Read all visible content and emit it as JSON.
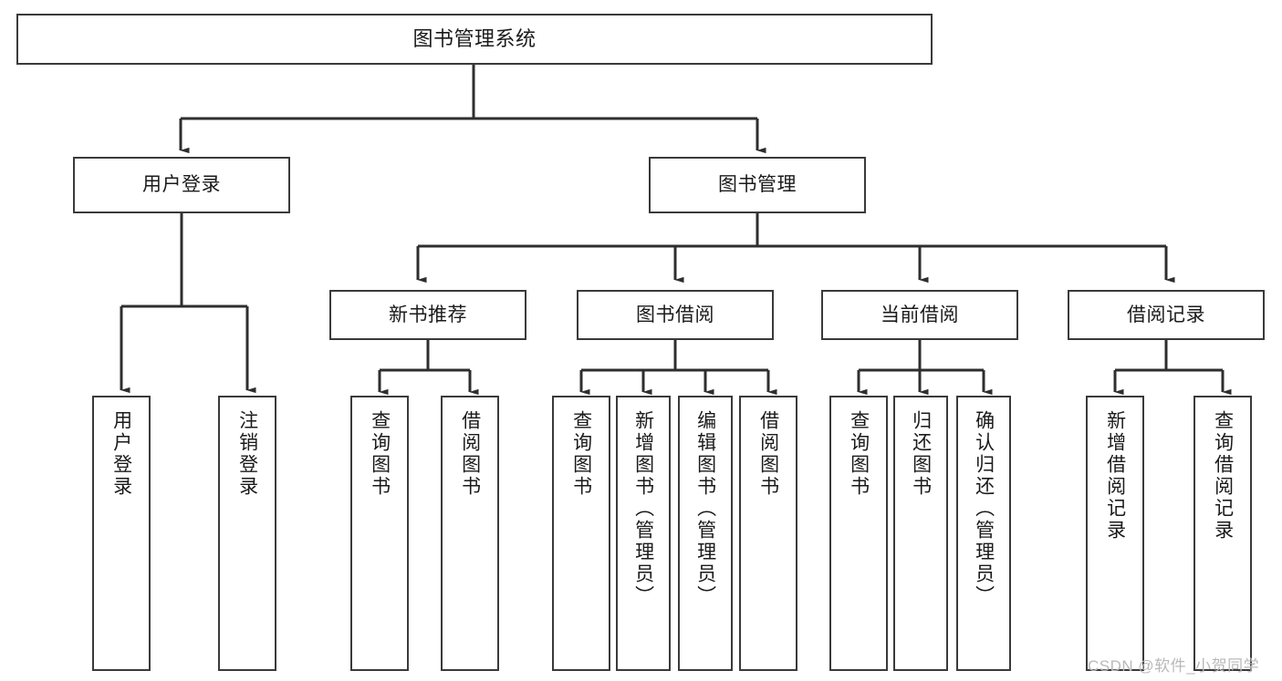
{
  "diagram": {
    "title": "图书管理系统",
    "type": "tree",
    "watermark": "CSDN @软件_小贺同学",
    "colors": {
      "box_border": "#3a3a3a",
      "box_fill": "#ffffff",
      "connector": "#2e2e2e",
      "text": "#1a1a1a",
      "watermark": "#b9b9b9",
      "background": "#ffffff"
    },
    "nodes": {
      "root": {
        "label": "图书管理系统"
      },
      "level1": [
        {
          "id": "user-login",
          "label": "用户登录"
        },
        {
          "id": "book-management",
          "label": "图书管理"
        }
      ],
      "level2": [
        {
          "id": "new-book-recommend",
          "label": "新书推荐"
        },
        {
          "id": "book-borrow",
          "label": "图书借阅"
        },
        {
          "id": "current-borrow",
          "label": "当前借阅"
        },
        {
          "id": "borrow-record",
          "label": "借阅记录"
        }
      ],
      "leaves": [
        {
          "id": "leaf-user-login",
          "label": "用户登录",
          "parent": "user-login"
        },
        {
          "id": "leaf-logout-login",
          "label": "注销登录",
          "parent": "user-login"
        },
        {
          "id": "leaf-query-book-1",
          "label": "查询图书",
          "parent": "new-book-recommend"
        },
        {
          "id": "leaf-borrow-book-1",
          "label": "借阅图书",
          "parent": "new-book-recommend"
        },
        {
          "id": "leaf-query-book-2",
          "label": "查询图书",
          "parent": "book-borrow"
        },
        {
          "id": "leaf-add-book",
          "label": "新增图书（管理员）",
          "parent": "book-borrow"
        },
        {
          "id": "leaf-edit-book",
          "label": "编辑图书（管理员）",
          "parent": "book-borrow"
        },
        {
          "id": "leaf-borrow-book-2",
          "label": "借阅图书",
          "parent": "book-borrow"
        },
        {
          "id": "leaf-query-book-3",
          "label": "查询图书",
          "parent": "current-borrow"
        },
        {
          "id": "leaf-return-book",
          "label": "归还图书",
          "parent": "current-borrow"
        },
        {
          "id": "leaf-confirm-return",
          "label": "确认归还（管理员）",
          "parent": "current-borrow"
        },
        {
          "id": "leaf-add-record",
          "label": "新增借阅记录",
          "parent": "borrow-record"
        },
        {
          "id": "leaf-query-record",
          "label": "查询借阅记录",
          "parent": "borrow-record"
        }
      ]
    }
  }
}
